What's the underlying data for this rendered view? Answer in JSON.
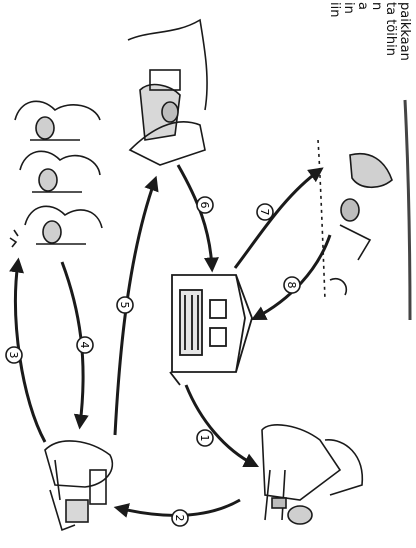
{
  "caption": {
    "lines": [
      "paikkaan",
      "ta töihin",
      "n",
      "a",
      "in",
      "iin"
    ]
  },
  "steps": [
    {
      "number": "1"
    },
    {
      "number": "2"
    },
    {
      "number": "3"
    },
    {
      "number": "4"
    },
    {
      "number": "5"
    },
    {
      "number": "6"
    },
    {
      "number": "7"
    },
    {
      "number": "8"
    }
  ],
  "colors": {
    "ink": "#1a1a1a",
    "badge_fill": "#ffffff",
    "shade": "#bdbdbd",
    "paper": "#ffffff"
  }
}
